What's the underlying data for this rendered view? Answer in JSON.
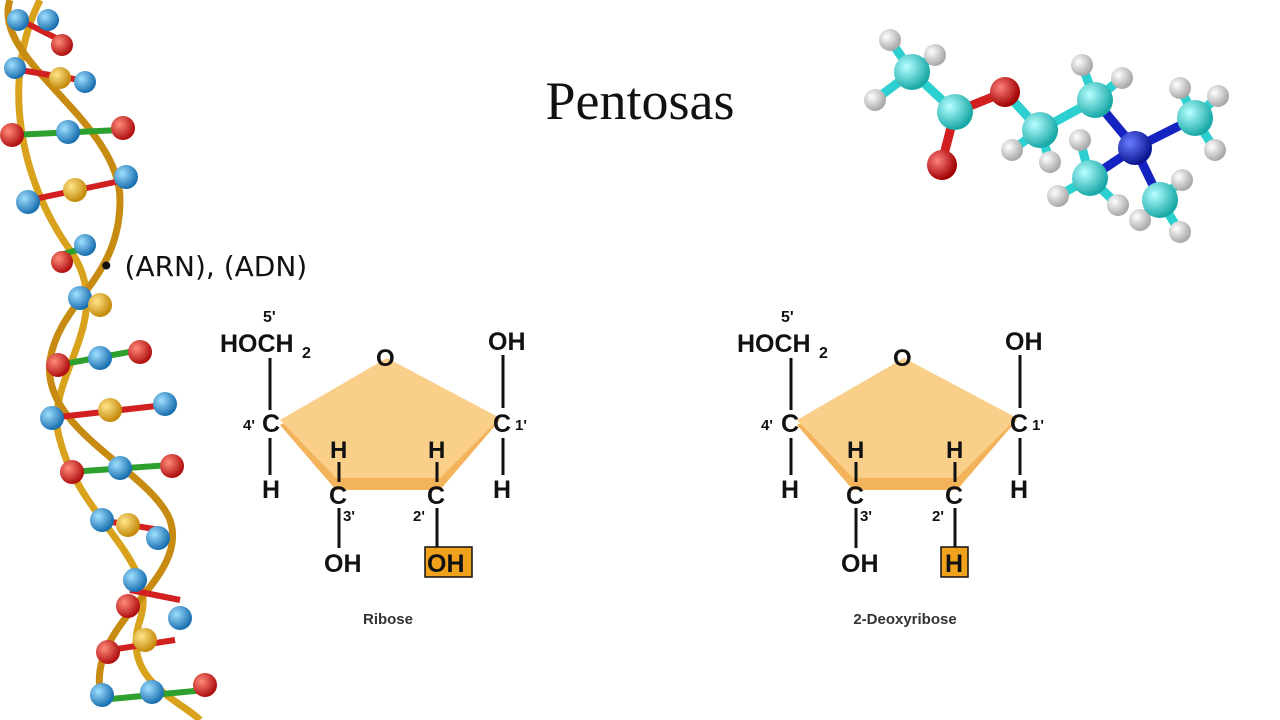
{
  "slide": {
    "title": "Pentosas",
    "bullet_symbol": "•",
    "bullet_text": "(ARN), (ADN)"
  },
  "ribose": {
    "caption": "Ribose",
    "c5_label": "5'",
    "hoch": "HOCH",
    "sub2": "2",
    "o": "O",
    "oh_top": "OH",
    "c4": "C",
    "c4_label": "4'",
    "c1": "C",
    "c1_label": "1'",
    "h_c4": "H",
    "h_c1": "H",
    "h_c3_top": "H",
    "h_c2_top": "H",
    "c3": "C",
    "c2": "C",
    "c3_label": "3'",
    "c2_label": "2'",
    "oh_c3": "OH",
    "oh_c2_highlight": "OH"
  },
  "deoxyribose": {
    "caption": "2-Deoxyribose",
    "c5_label": "5'",
    "hoch": "HOCH",
    "sub2": "2",
    "o": "O",
    "oh_top": "OH",
    "c4": "C",
    "c4_label": "4'",
    "c1": "C",
    "c1_label": "1'",
    "h_c4": "H",
    "h_c1": "H",
    "h_c3_top": "H",
    "h_c2_top": "H",
    "c3": "C",
    "c2": "C",
    "c3_label": "3'",
    "c2_label": "2'",
    "oh_c3": "OH",
    "h_c2_highlight": "H"
  },
  "colors": {
    "ring_fill": "#f9cf8a",
    "ring_shadow": "#f3b35a",
    "highlight": "#f0a21c",
    "dna_backbone": "#d9a21c",
    "atom_red": "#d21f1f",
    "atom_blue": "#2a8fd4",
    "atom_yellow": "#e8b21a",
    "bond_green": "#2ea02e",
    "mol_cyan": "#2dd0d0",
    "mol_white": "#e4e4e4",
    "mol_navy": "#1524c0"
  }
}
